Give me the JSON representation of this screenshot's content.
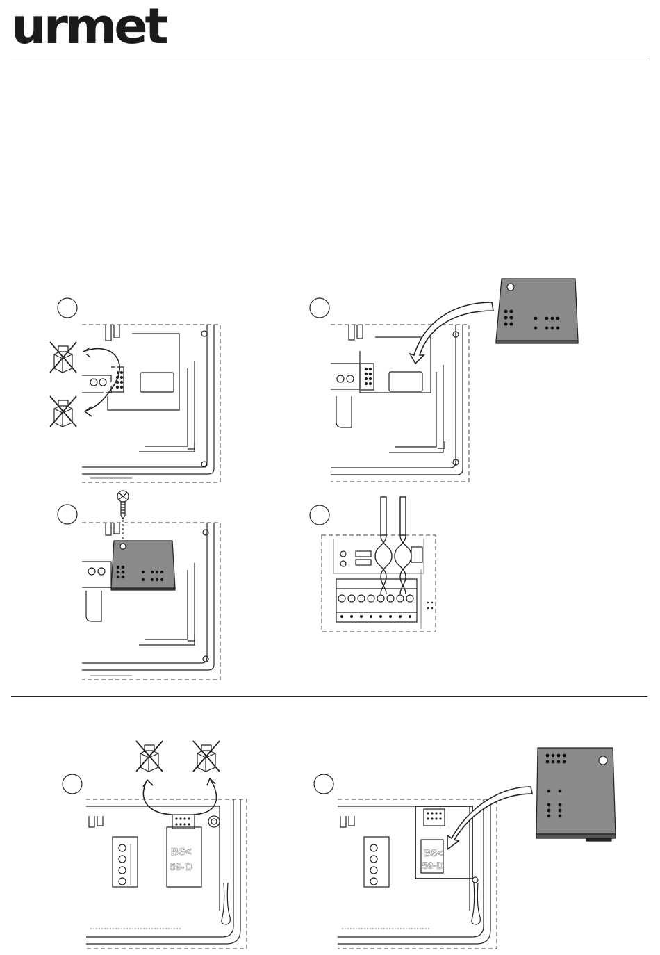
{
  "header": {
    "logo_text": "urmet"
  },
  "colors": {
    "module_fill": "#8a8a8a",
    "line": "#222222",
    "light_line": "#bdbdbd"
  },
  "module_a": {
    "panel_label_1": "BS<",
    "panel_label_2": "59-D"
  },
  "module_b": {
    "panel_label_1": "BS<",
    "panel_label_2": "59-D"
  },
  "icons": [
    "forbidden-jumper-icon",
    "curved-arrow-icon",
    "screw-icon",
    "step-number-circle-icon"
  ]
}
